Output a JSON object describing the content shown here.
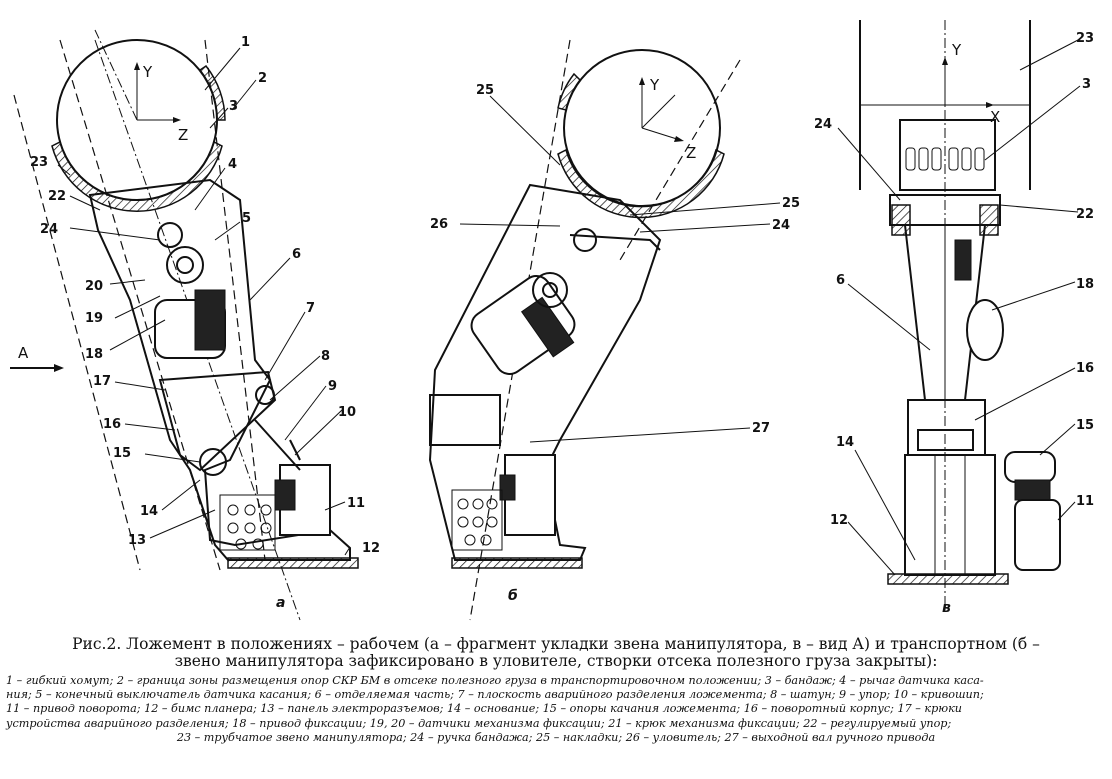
{
  "figure": {
    "subfigures": {
      "a": "а",
      "b": "б",
      "c": "в"
    },
    "axes": {
      "y": "Y",
      "z": "Z",
      "x": "X"
    },
    "view_label": "A",
    "callouts_a": [
      "1",
      "2",
      "3",
      "4",
      "5",
      "6",
      "7",
      "8",
      "9",
      "10",
      "11",
      "12",
      "13",
      "14",
      "15",
      "16",
      "17",
      "18",
      "19",
      "20",
      "22",
      "23",
      "24"
    ],
    "callouts_b": [
      "25",
      "26",
      "25",
      "24",
      "27"
    ],
    "callouts_c": [
      "23",
      "3",
      "24",
      "22",
      "6",
      "18",
      "16",
      "15",
      "14",
      "12",
      "11"
    ]
  },
  "caption": {
    "title_line1": "Рис.2. Ложемент в положениях – рабочем (а – фрагмент укладки звена манипулятора, в – вид А) и транспортном (б –",
    "title_line2": "звено манипулятора зафиксировано в уловителе, створки отсека полезного груза закрыты):",
    "legend_line1": "1 – гибкий хомут; 2 – граница зоны размещения опор СКР БМ в отсеке полезного груза в транспортировочном положении; 3 – бандаж; 4 – рычаг датчика каса-",
    "legend_line2": "ния; 5 – конечный выключатель датчика касания; 6 – отделяемая часть; 7 – плоскость аварийного разделения ложемента; 8 – шатун; 9 – упор; 10 – кривошип;",
    "legend_line3": "11 – привод поворота; 12 – бимс планера; 13 – панель электроразъемов; 14 – основание; 15 – опоры качания ложемента; 16 – поворотный корпус; 17 – крюки",
    "legend_line4": "устройства аварийного разделения; 18 – привод фиксации; 19, 20 – датчики механизма фиксации; 21 – крюк механизма фиксации; 22 – регулируемый упор;",
    "legend_line5": "23 – трубчатое звено манипулятора; 24 – ручка бандажа; 25 – накладки; 26 – уловитель; 27 – выходной вал ручного привода"
  }
}
